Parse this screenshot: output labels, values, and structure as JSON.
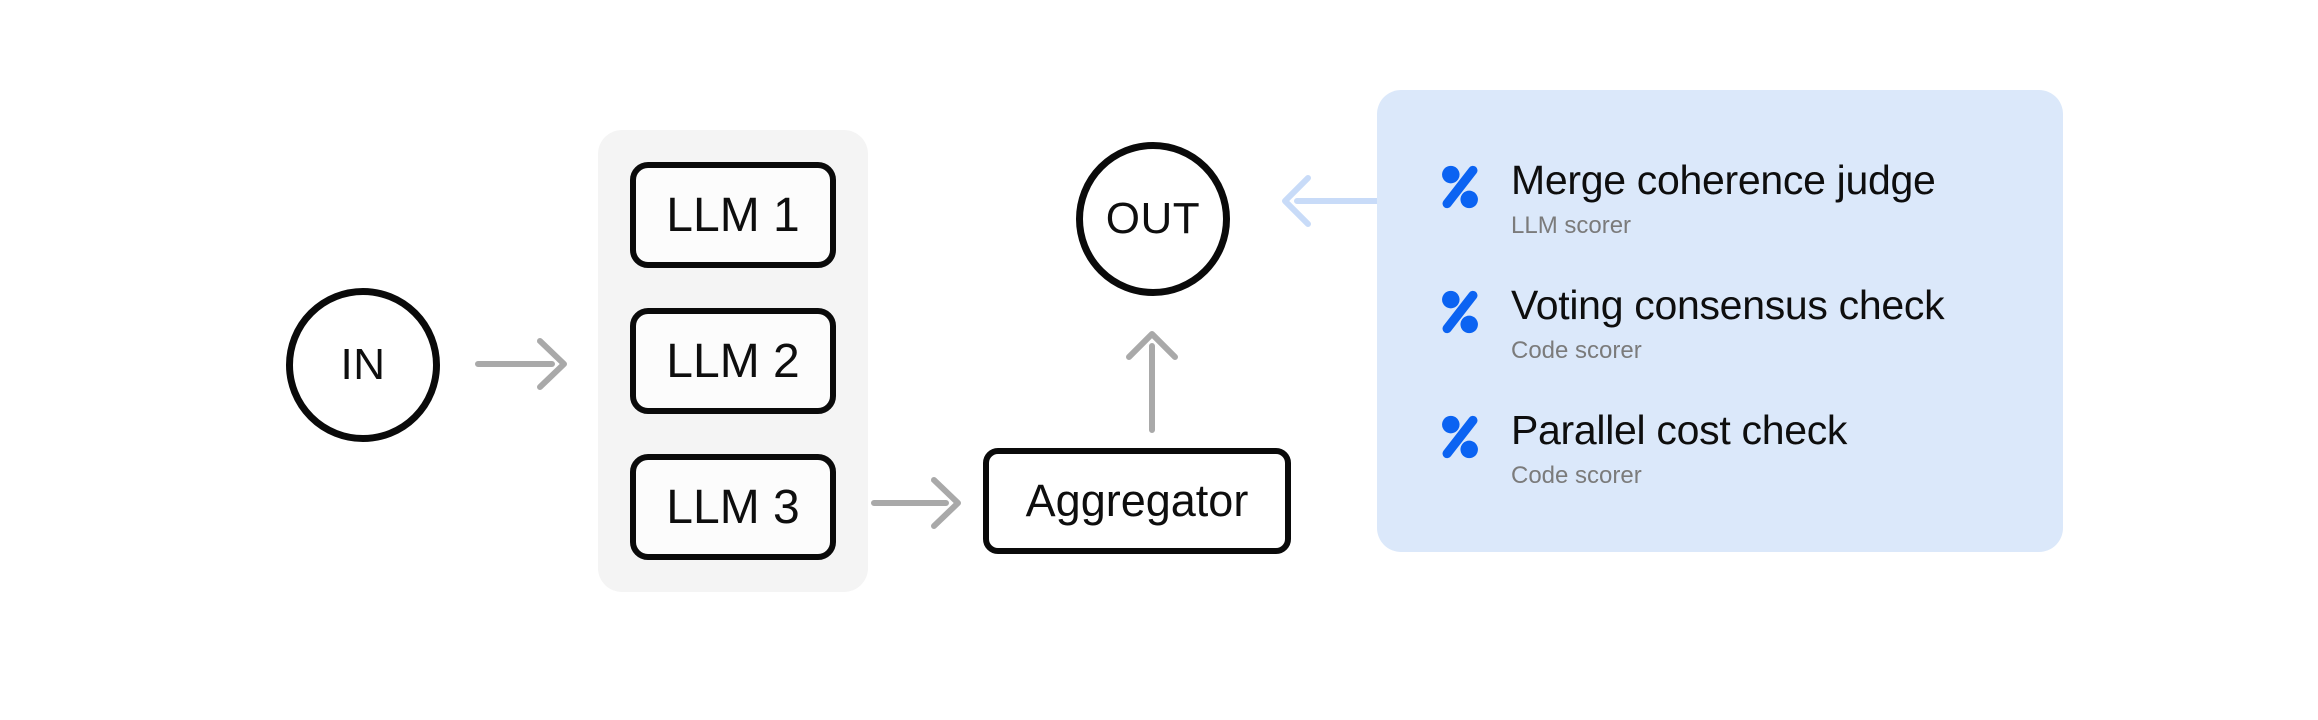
{
  "nodes": {
    "in_label": "IN",
    "llms": [
      {
        "label": "LLM 1"
      },
      {
        "label": "LLM 2"
      },
      {
        "label": "LLM 3"
      }
    ],
    "aggregator_label": "Aggregator",
    "out_label": "OUT"
  },
  "scorers": {
    "items": [
      {
        "icon": "percent-icon",
        "title": "Merge coherence judge",
        "subtitle": "LLM scorer"
      },
      {
        "icon": "percent-icon",
        "title": "Voting consensus check",
        "subtitle": "Code scorer"
      },
      {
        "icon": "percent-icon",
        "title": "Parallel cost check",
        "subtitle": "Code scorer"
      }
    ]
  },
  "colors": {
    "icon-blue": "#0B63F2",
    "panel-blue": "#DBE8FA",
    "arrow-blue": "#C8DBF8",
    "arrow-gray": "#A9A9A9",
    "node-border": "#0A0A0A",
    "group-bg": "#F4F4F4",
    "box-bg": "#FCFCFC",
    "title-color": "#0E0E0E",
    "subtitle-gray": "#7B7B7B",
    "canvas-bg": "#FFFFFF"
  }
}
